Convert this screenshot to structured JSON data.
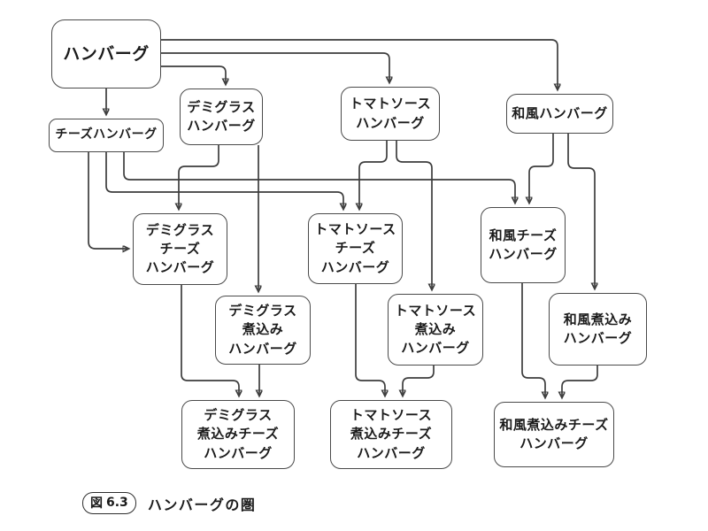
{
  "figure": {
    "kind": "diagram",
    "description": "Hierarchy diagram of hamburger variants (category of hamburgers)"
  },
  "nodes": [
    {
      "id": "hamburger",
      "label": "ハンバーグ"
    },
    {
      "id": "cheese-hamburger",
      "label": "チーズハンバーグ"
    },
    {
      "id": "demiglace-hamburger",
      "label": "デミグラス\nハンバーグ"
    },
    {
      "id": "tomato-sauce-hamburger",
      "label": "トマトソース\nハンバーグ"
    },
    {
      "id": "wafu-hamburger",
      "label": "和風ハンバーグ"
    },
    {
      "id": "demiglace-cheese-hamburger",
      "label": "デミグラス\nチーズ\nハンバーグ"
    },
    {
      "id": "tomato-sauce-cheese-hamburger",
      "label": "トマトソース\nチーズ\nハンバーグ"
    },
    {
      "id": "wafu-cheese-hamburger",
      "label": "和風チーズ\nハンバーグ"
    },
    {
      "id": "demiglace-nikomi-hamburger",
      "label": "デミグラス\n煮込み\nハンバーグ"
    },
    {
      "id": "tomato-sauce-nikomi-hamburger",
      "label": "トマトソース\n煮込み\nハンバーグ"
    },
    {
      "id": "wafu-nikomi-hamburger",
      "label": "和風煮込み\nハンバーグ"
    },
    {
      "id": "demiglace-nikomi-cheese-hamburger",
      "label": "デミグラス\n煮込みチーズ\nハンバーグ"
    },
    {
      "id": "tomato-sauce-nikomi-cheese-hamburger",
      "label": "トマトソース\n煮込みチーズ\nハンバーグ"
    },
    {
      "id": "wafu-nikomi-cheese-hamburger",
      "label": "和風煮込みチーズ\nハンバーグ"
    }
  ],
  "edges": [
    {
      "from": "hamburger",
      "to": "cheese-hamburger"
    },
    {
      "from": "hamburger",
      "to": "demiglace-hamburger"
    },
    {
      "from": "hamburger",
      "to": "tomato-sauce-hamburger"
    },
    {
      "from": "hamburger",
      "to": "wafu-hamburger"
    },
    {
      "from": "cheese-hamburger",
      "to": "demiglace-cheese-hamburger"
    },
    {
      "from": "cheese-hamburger",
      "to": "tomato-sauce-cheese-hamburger"
    },
    {
      "from": "cheese-hamburger",
      "to": "wafu-cheese-hamburger"
    },
    {
      "from": "demiglace-hamburger",
      "to": "demiglace-cheese-hamburger"
    },
    {
      "from": "demiglace-hamburger",
      "to": "demiglace-nikomi-hamburger"
    },
    {
      "from": "tomato-sauce-hamburger",
      "to": "tomato-sauce-cheese-hamburger"
    },
    {
      "from": "tomato-sauce-hamburger",
      "to": "tomato-sauce-nikomi-hamburger"
    },
    {
      "from": "wafu-hamburger",
      "to": "wafu-cheese-hamburger"
    },
    {
      "from": "wafu-hamburger",
      "to": "wafu-nikomi-hamburger"
    },
    {
      "from": "demiglace-cheese-hamburger",
      "to": "demiglace-nikomi-cheese-hamburger"
    },
    {
      "from": "demiglace-nikomi-hamburger",
      "to": "demiglace-nikomi-cheese-hamburger"
    },
    {
      "from": "tomato-sauce-cheese-hamburger",
      "to": "tomato-sauce-nikomi-cheese-hamburger"
    },
    {
      "from": "tomato-sauce-nikomi-hamburger",
      "to": "tomato-sauce-nikomi-cheese-hamburger"
    },
    {
      "from": "wafu-cheese-hamburger",
      "to": "wafu-nikomi-cheese-hamburger"
    },
    {
      "from": "wafu-nikomi-hamburger",
      "to": "wafu-nikomi-cheese-hamburger"
    }
  ],
  "caption": {
    "figure_label": "図",
    "figure_number": "6.3",
    "title": "ハンバーグの圏"
  },
  "colors": {
    "background": "#ffffff",
    "box_fill": "#ffffff",
    "box_border": "#4a4a4a",
    "line": "#3d3d3d",
    "text": "#1b1b1b"
  }
}
